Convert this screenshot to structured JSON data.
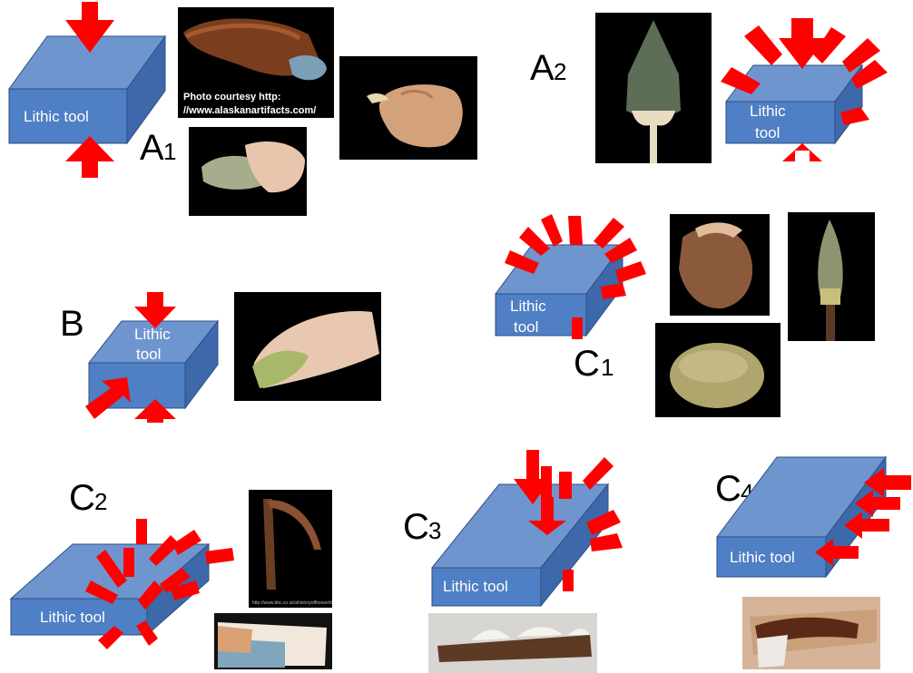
{
  "colors": {
    "box_top": "#6f95cf",
    "box_front": "#4f7fc4",
    "box_side": "#3d69aa",
    "box_edge": "#2c4e86",
    "arrow": "#ff0000",
    "photo_bg": "#000000"
  },
  "box_label": "Lithic tool",
  "box_label_two_line": [
    "Lithic",
    "tool"
  ],
  "panels": {
    "a1": {
      "letter": "A",
      "sub": "1"
    },
    "a2": {
      "letter": "A",
      "sub": "2"
    },
    "b": {
      "letter": "B",
      "sub": ""
    },
    "c1": {
      "letter": "C",
      "sub": "1"
    },
    "c2": {
      "letter": "C",
      "sub": "2"
    },
    "c3": {
      "letter": "C",
      "sub": "3"
    },
    "c4": {
      "letter": "C",
      "sub": "4"
    }
  },
  "photo_credit": [
    "Photo courtesy http:",
    "//www.alaskanartifacts.com/"
  ],
  "tiny_credit": "http://www.bbc.co.uk/ahistoryoftheworld",
  "photos": [
    {
      "name": "knife-with-handle-photo"
    },
    {
      "name": "fingers-holding-flake-photo"
    },
    {
      "name": "hand-holding-scraper-photo"
    },
    {
      "name": "hafted-point-photo"
    },
    {
      "name": "hand-holding-flake-photo"
    },
    {
      "name": "hand-axe-photo"
    },
    {
      "name": "bound-spearpoint-photo"
    },
    {
      "name": "fibre-bundle-photo"
    },
    {
      "name": "sickle-photo"
    },
    {
      "name": "hafted-blade-photo"
    },
    {
      "name": "microlith-haft-photo"
    },
    {
      "name": "resin-haft-photo"
    }
  ]
}
